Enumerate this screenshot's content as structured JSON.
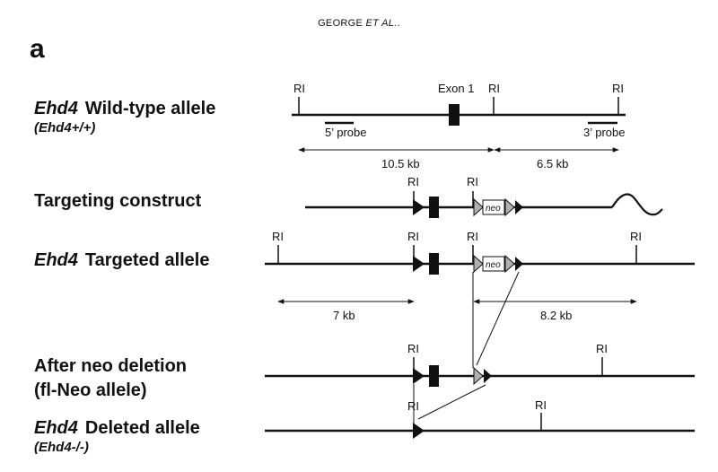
{
  "header": {
    "author": "GEORGE",
    "etal": "ET AL."
  },
  "panel_letter": "a",
  "rows": {
    "wildtype": {
      "gene": "Ehd4",
      "label": "Wild-type allele",
      "genotype": "(Ehd4+/+)"
    },
    "construct": {
      "label": "Targeting construct"
    },
    "targeted": {
      "gene": "Ehd4",
      "label": "Targeted allele"
    },
    "neo_deleted": {
      "label_line1": "After neo deletion",
      "label_line2": "(fl-Neo allele)"
    },
    "deleted": {
      "gene": "Ehd4",
      "label": "Deleted allele",
      "genotype": "(Ehd4-/-)"
    }
  },
  "annotations": {
    "ri": "RI",
    "exon1": "Exon 1",
    "probe5": "5’ probe",
    "probe3": "3’ probe",
    "neo": "neo",
    "size_10_5": "10.5 kb",
    "size_6_5": "6.5 kb",
    "size_7": "7 kb",
    "size_8_2": "8.2 kb"
  },
  "colors": {
    "ink": "#111111",
    "marker_grey": "#b0b0b0"
  }
}
